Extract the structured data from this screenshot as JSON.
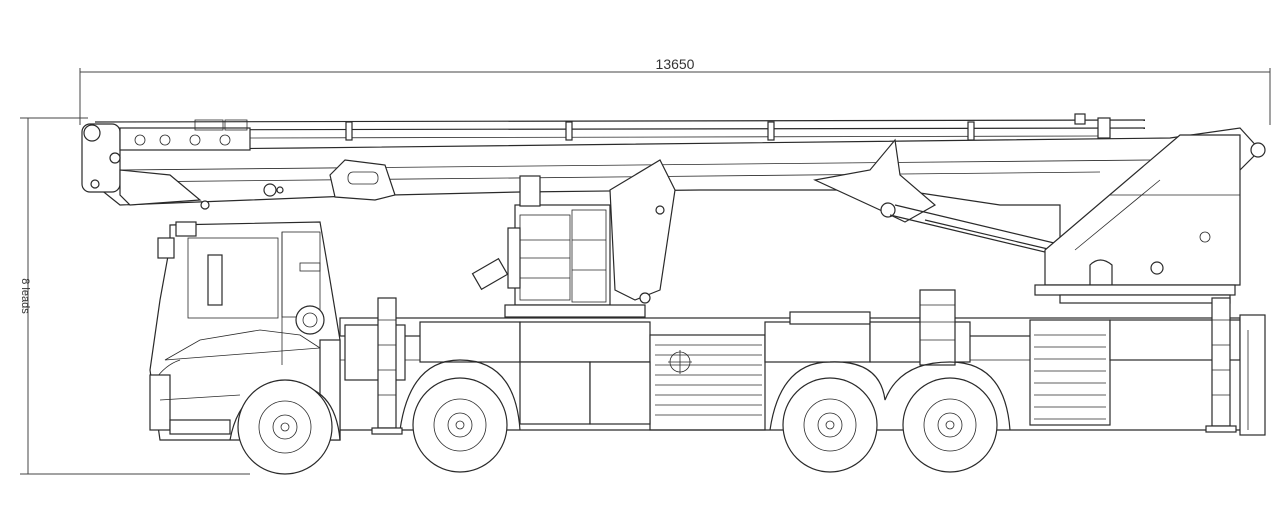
{
  "dimensions": {
    "overall_length": "13650",
    "height_label": "8 leads"
  },
  "subject": "truck-mounted-aerial-platform-side-elevation"
}
